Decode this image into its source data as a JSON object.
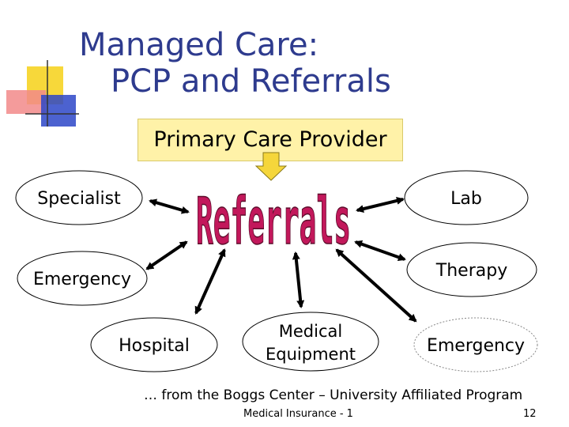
{
  "title": {
    "line1": "Managed Care:",
    "line2": "PCP and Referrals"
  },
  "pcp_box": "Primary Care Provider",
  "center_label": "Referrals",
  "nodes": {
    "specialist": "Specialist",
    "lab": "Lab",
    "emergency_left": "Emergency",
    "therapy": "Therapy",
    "hospital": "Hospital",
    "medical_equipment": {
      "line1": "Medical",
      "line2": "Equipment"
    },
    "emergency_right": "Emergency"
  },
  "footer": {
    "source": "… from the Boggs Center – University Affiliated Program",
    "course": "Medical Insurance - 1",
    "page": "12"
  },
  "colors": {
    "title": "#2e3b8e",
    "referrals_fill": "#c2185b",
    "pcp_box": "#fff2a8",
    "down_arrow": "#f5d63b"
  }
}
